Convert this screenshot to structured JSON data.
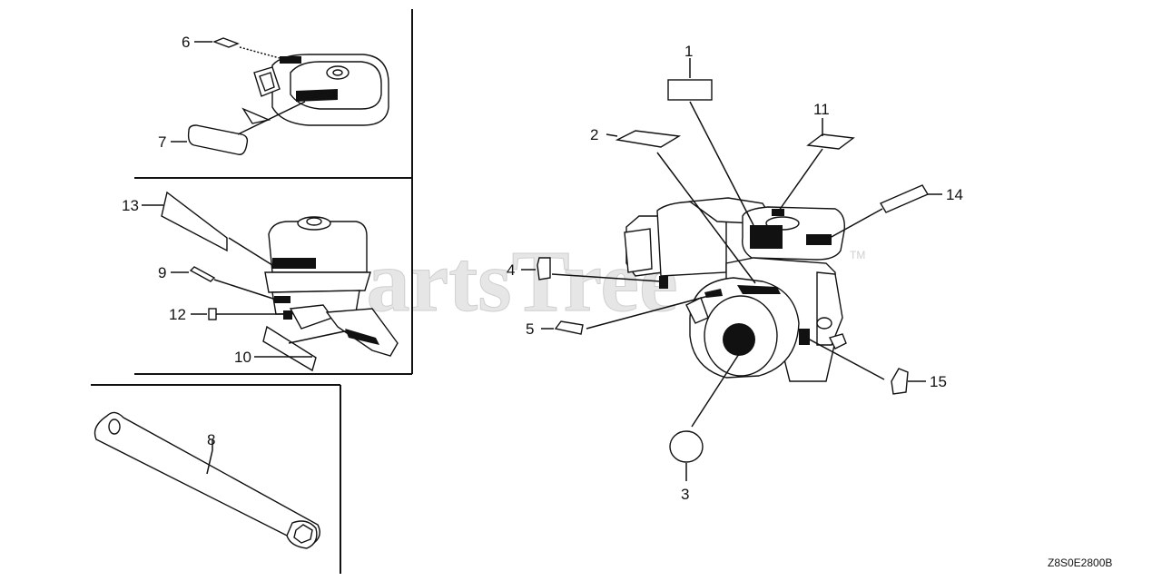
{
  "watermark": {
    "text": "PartsTree",
    "mark": "TM"
  },
  "diagram_code": "Z8S0E2800B",
  "callouts": [
    {
      "id": "1",
      "label": "1"
    },
    {
      "id": "2",
      "label": "2"
    },
    {
      "id": "3",
      "label": "3"
    },
    {
      "id": "4",
      "label": "4"
    },
    {
      "id": "5",
      "label": "5"
    },
    {
      "id": "6",
      "label": "6"
    },
    {
      "id": "7",
      "label": "7"
    },
    {
      "id": "8",
      "label": "8"
    },
    {
      "id": "9",
      "label": "9"
    },
    {
      "id": "10",
      "label": "10"
    },
    {
      "id": "11",
      "label": "11"
    },
    {
      "id": "12",
      "label": "12"
    },
    {
      "id": "13",
      "label": "13"
    },
    {
      "id": "14",
      "label": "14"
    },
    {
      "id": "15",
      "label": "15"
    }
  ]
}
